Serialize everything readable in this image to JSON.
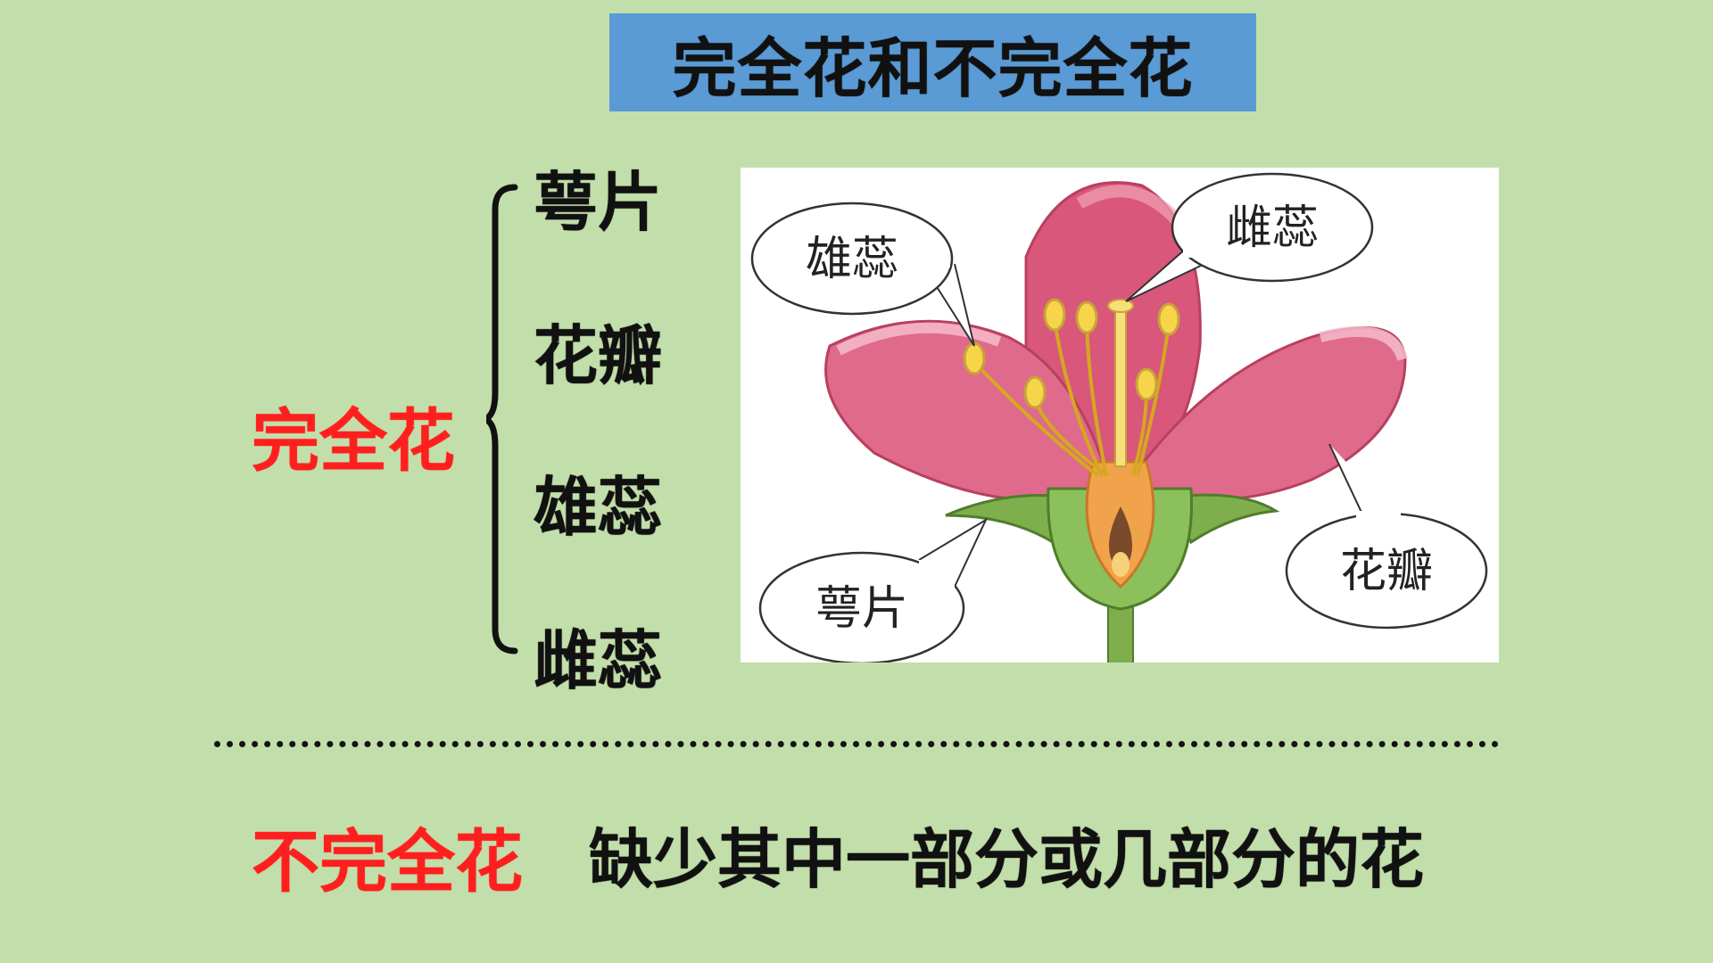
{
  "title": "完全花和不完全花",
  "complete_flower": {
    "label": "完全花",
    "parts": [
      "萼片",
      "花瓣",
      "雄蕊",
      "雌蕊"
    ]
  },
  "diagram": {
    "labels": {
      "stamen": "雄蕊",
      "pistil": "雌蕊",
      "sepal": "萼片",
      "petal": "花瓣"
    }
  },
  "incomplete_flower": {
    "label": "不完全花",
    "definition": "缺少其中一部分或几部分的花"
  },
  "colors": {
    "background": "#c2dfab",
    "title_box": "#5b9bd5",
    "highlight_red": "#ff1f1f",
    "petal_pink": "#d9577a"
  }
}
